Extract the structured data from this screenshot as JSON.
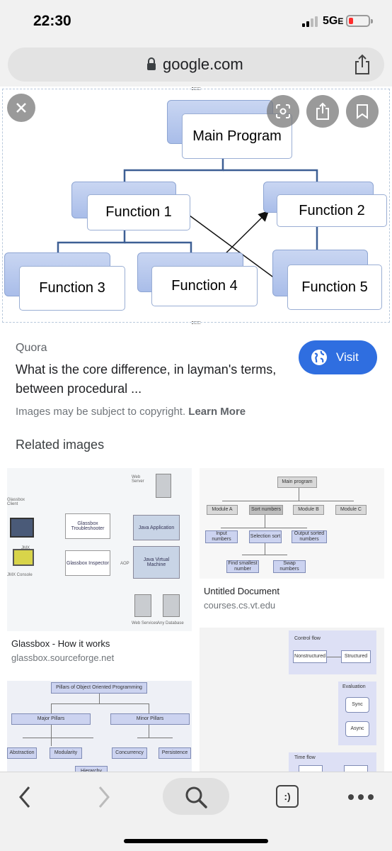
{
  "status_bar": {
    "time": "22:30",
    "network": "5G",
    "network_suffix": "E"
  },
  "url_bar": {
    "domain": "google.com"
  },
  "diagram": {
    "main": "Main Program",
    "f1": "Function 1",
    "f2": "Function 2",
    "f3": "Function 3",
    "f4": "Function 4",
    "f5": "Function 5"
  },
  "result": {
    "source": "Quora",
    "description": "What is the core difference, in layman's terms, between procedural ...",
    "visit_label": "Visit",
    "copyright_text": "Images may be subject to copyright.",
    "learn_more": "Learn More"
  },
  "related": {
    "heading": "Related images",
    "cards": [
      {
        "title": "Glassbox - How it works",
        "domain": "glassbox.sourceforge.net"
      },
      {
        "title": "Untitled Document",
        "domain": "courses.cs.vt.edu"
      }
    ],
    "glassbox": {
      "client": "Glassbox Client",
      "server": "Web Server",
      "troubleshooter": "Glassbox Troubleshooter",
      "inspector": "Glassbox Inspector",
      "java_app": "Java Application",
      "jvm": "Java Virtual Machine",
      "jmx": "JMX",
      "jmx_console": "JMX Console",
      "aop": "AOP",
      "web_services": "Web Services",
      "any_db": "Any Database"
    },
    "vt": {
      "main": "Main program",
      "module_a": "Module A",
      "sort": "Sort numbers",
      "module_b": "Module B",
      "module_c": "Module C",
      "input": "Input numbers",
      "selection": "Selection sort",
      "output": "Output sorted numbers",
      "find": "Find smallest number",
      "swap": "Swap numbers"
    },
    "oop": {
      "title": "Pillars of Object Oriented Programming",
      "major": "Major Pillars",
      "minor": "Minor Pillars",
      "abstraction": "Abstraction",
      "modularity": "Modularity",
      "concurrency": "Concurrency",
      "persistence": "Persistence",
      "hierarchy": "Hierarchy"
    },
    "flow": {
      "control": "Control flow",
      "nonstructured": "Nonstructured",
      "structured": "Structured",
      "evaluation": "Evaluation",
      "sync": "Sync",
      "async": "Async",
      "time": "Time flow"
    }
  },
  "colors": {
    "accent": "#2f6ee0",
    "node_fill": "#b7c8ee",
    "battery_low": "#ff2d2d"
  }
}
